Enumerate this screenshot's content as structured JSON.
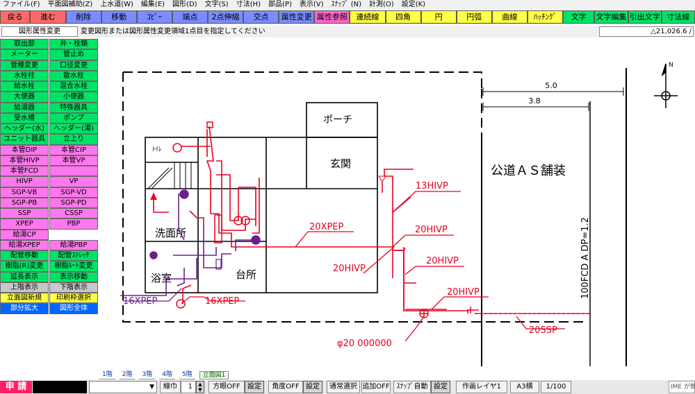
{
  "menubar": {
    "items": [
      "ファイル(F)",
      "平面図補助(Z)",
      "上水道(W)",
      "編集(E)",
      "図形(D)",
      "文字(S)",
      "寸法(H)",
      "部品(P)",
      "表示(V)",
      "ｽﾅｯﾌﾟ (N)",
      "計測(O)",
      "設定(K)"
    ]
  },
  "toolbar": {
    "buttons": [
      {
        "label": "戻る",
        "color": "#ff6a6a"
      },
      {
        "label": "進む",
        "color": "#ff6a6a"
      },
      {
        "label": "削除",
        "color": "#7a8cff"
      },
      {
        "label": "移動",
        "color": "#7a8cff"
      },
      {
        "label": "ｺﾋﾟｰ",
        "color": "#7a8cff"
      },
      {
        "label": "端点",
        "color": "#7a8cff"
      },
      {
        "label": "2点伸縮",
        "color": "#7a8cff"
      },
      {
        "label": "交点",
        "color": "#7a8cff"
      },
      {
        "label": "属性変更",
        "color": "#7a8cff"
      },
      {
        "label": "属性参照",
        "color": "#ff66cc"
      },
      {
        "label": "連続線",
        "color": "#ffff44"
      },
      {
        "label": "四角",
        "color": "#ffff44"
      },
      {
        "label": "円",
        "color": "#ffff44"
      },
      {
        "label": "円弧",
        "color": "#ffff44"
      },
      {
        "label": "曲線",
        "color": "#ffff44"
      },
      {
        "label": "ﾊｯﾁﾝｸﾞ",
        "color": "#ffff44"
      },
      {
        "label": "文字",
        "color": "#00e466"
      },
      {
        "label": "文字編集",
        "color": "#00e466"
      },
      {
        "label": "引出文字",
        "color": "#00e466"
      },
      {
        "label": "寸法線",
        "color": "#00e466"
      }
    ]
  },
  "prompt": {
    "label": "図形属性変更",
    "message": "変更図形または図形属性変更領域1点目を指定してください",
    "coordinate": "△21,026.6 /"
  },
  "left_panel": {
    "buttons": [
      {
        "label": "取出部",
        "style": "green"
      },
      {
        "label": "弁・栓類",
        "style": "green"
      },
      {
        "label": "メーター",
        "style": "green"
      },
      {
        "label": "管止め",
        "style": "green"
      },
      {
        "label": "管種変更",
        "style": "green"
      },
      {
        "label": "口径変更",
        "style": "green"
      },
      {
        "label": "水栓柱",
        "style": "green"
      },
      {
        "label": "散水栓",
        "style": "green"
      },
      {
        "label": "給水栓",
        "style": "green"
      },
      {
        "label": "混合水栓",
        "style": "green"
      },
      {
        "label": "大便器",
        "style": "green"
      },
      {
        "label": "小便器",
        "style": "green"
      },
      {
        "label": "給湯器",
        "style": "green"
      },
      {
        "label": "特殊器具",
        "style": "green"
      },
      {
        "label": "受水槽",
        "style": "green"
      },
      {
        "label": "ポンプ",
        "style": "green"
      },
      {
        "label": "ヘッダー(水)",
        "style": "green"
      },
      {
        "label": "ヘッダー(湯)",
        "style": "green"
      },
      {
        "label": "ユニット器具",
        "style": "green"
      },
      {
        "label": "立上り",
        "style": "green"
      },
      {
        "label": "本管DIP",
        "style": "pink"
      },
      {
        "label": "本管CIP",
        "style": "pink"
      },
      {
        "label": "本管HIVP",
        "style": "pink"
      },
      {
        "label": "本管VP",
        "style": "pink"
      },
      {
        "label": "本管FCD",
        "style": "pink"
      },
      {
        "label": "",
        "style": "pink"
      },
      {
        "label": "HIVP",
        "style": "pink"
      },
      {
        "label": "VP",
        "style": "pink"
      },
      {
        "label": "SGP-VB",
        "style": "pink"
      },
      {
        "label": "SGP-VD",
        "style": "pink"
      },
      {
        "label": "SGP-PB",
        "style": "pink"
      },
      {
        "label": "SGP-PD",
        "style": "pink"
      },
      {
        "label": "SSP",
        "style": "pink"
      },
      {
        "label": "CSSP",
        "style": "pink"
      },
      {
        "label": "XPEP",
        "style": "pink"
      },
      {
        "label": "PBP",
        "style": "pink"
      },
      {
        "label": "給湯CP",
        "style": "pink"
      },
      {
        "label": "",
        "style": "empty"
      },
      {
        "label": "給湯XPEP",
        "style": "pink"
      },
      {
        "label": "給湯PBP",
        "style": "pink"
      },
      {
        "label": "配管移動",
        "style": "green"
      },
      {
        "label": "配管ｽﾄﾚｯﾁ",
        "style": "green"
      },
      {
        "label": "樹脂(R)変更",
        "style": "green"
      },
      {
        "label": "樹脂ﾙｰﾄ変更",
        "style": "green"
      },
      {
        "label": "延長表示",
        "style": "green"
      },
      {
        "label": "表示移動",
        "style": "green"
      },
      {
        "label": "上階表示",
        "style": "gray"
      },
      {
        "label": "下階表示",
        "style": "gray"
      },
      {
        "label": "立面図新規",
        "style": "yellow"
      },
      {
        "label": "印刷枠選択",
        "style": "yellow"
      },
      {
        "label": "部分拡大",
        "style": "blue"
      },
      {
        "label": "図形全体",
        "style": "blue"
      }
    ]
  },
  "drawing": {
    "rooms": {
      "porch": "ポーチ",
      "entrance": "玄関",
      "toilet": "ﾄｲﾚ",
      "washroom": "洗面所",
      "bathroom": "浴室",
      "kitchen": "台所"
    },
    "road_label": "公道ＡＳ舗装",
    "main_pipe_label": "100FCD A DP=1.2",
    "north_label": "N",
    "dimensions": {
      "outer": "5.0",
      "inner": "3.8"
    },
    "pipe_labels": {
      "xpep_main": "20XPEP",
      "hivp_13": "13HIVP",
      "hivp_20_a": "20HIVP",
      "hivp_20_b": "20HIVP",
      "hivp_20_c": "20HIVP",
      "hivp_20_d": "20HIVP",
      "ssp": "20SSP",
      "meter": "φ20 000000",
      "xpep_16_a": "16XPEP",
      "xpep_16_b": "16XPEP"
    },
    "colors": {
      "water": "#e8001e",
      "hot": "#6a1f8f",
      "line": "#000000",
      "road": "#ffffff"
    }
  },
  "floor_tabs": [
    "1階",
    "2階",
    "3階",
    "4階",
    "5階",
    "立面図1"
  ],
  "statusbar": {
    "apply": "申 請",
    "line_width_label": "線巾",
    "line_width_value": "1",
    "ortho": "方眼OFF",
    "set1": "設定",
    "angle": "角度OFF",
    "set2": "設定",
    "select_mode": "通常選択",
    "add_mode": "追加OFF",
    "snap": "ｽﾅｯﾌﾟ自動",
    "set3": "設定",
    "layer": "作画レイヤ1",
    "paper": "A3横",
    "scale": "1/100",
    "ime": "IME が無"
  }
}
